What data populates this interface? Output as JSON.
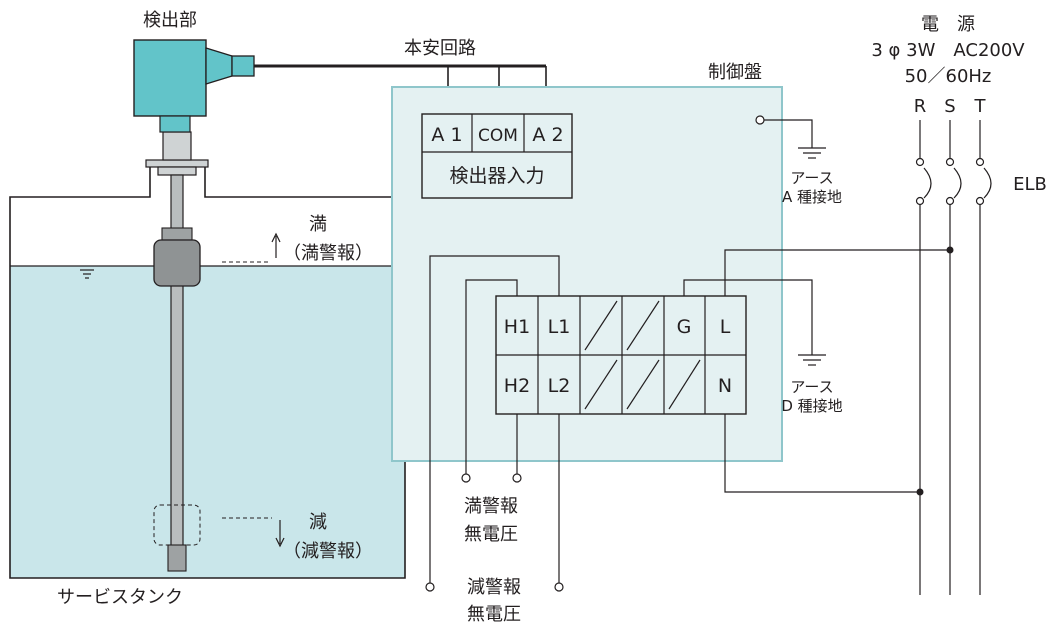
{
  "detector": {
    "label": "検出部"
  },
  "intrinsic_circuit": {
    "label": "本安回路"
  },
  "control_panel": {
    "label": "制御盤",
    "detector_input": {
      "terminals": [
        "A 1",
        "COM",
        "A 2"
      ],
      "label": "検出器入力"
    },
    "terminal_block": {
      "top_row": [
        "H1",
        "L1",
        "G",
        "L"
      ],
      "bottom_row": [
        "H2",
        "L2",
        "N"
      ]
    }
  },
  "power": {
    "title": "電　源",
    "spec": "3 φ 3W　AC200V",
    "freq": "50／60Hz",
    "phases": [
      "R",
      "S",
      "T"
    ],
    "breaker": "ELB"
  },
  "ground_a": {
    "line1": "アース",
    "line2": "A 種接地"
  },
  "ground_d": {
    "line1": "アース",
    "line2": "D 種接地"
  },
  "tank": {
    "label": "サービスタンク",
    "full": {
      "line1": "満",
      "line2": "（満警報）"
    },
    "low": {
      "line1": "減",
      "line2": "（減警報）"
    }
  },
  "outputs": {
    "full_alarm": {
      "line1": "満警報",
      "line2": "無電圧"
    },
    "low_alarm": {
      "line1": "減警報",
      "line2": "無電圧"
    }
  }
}
